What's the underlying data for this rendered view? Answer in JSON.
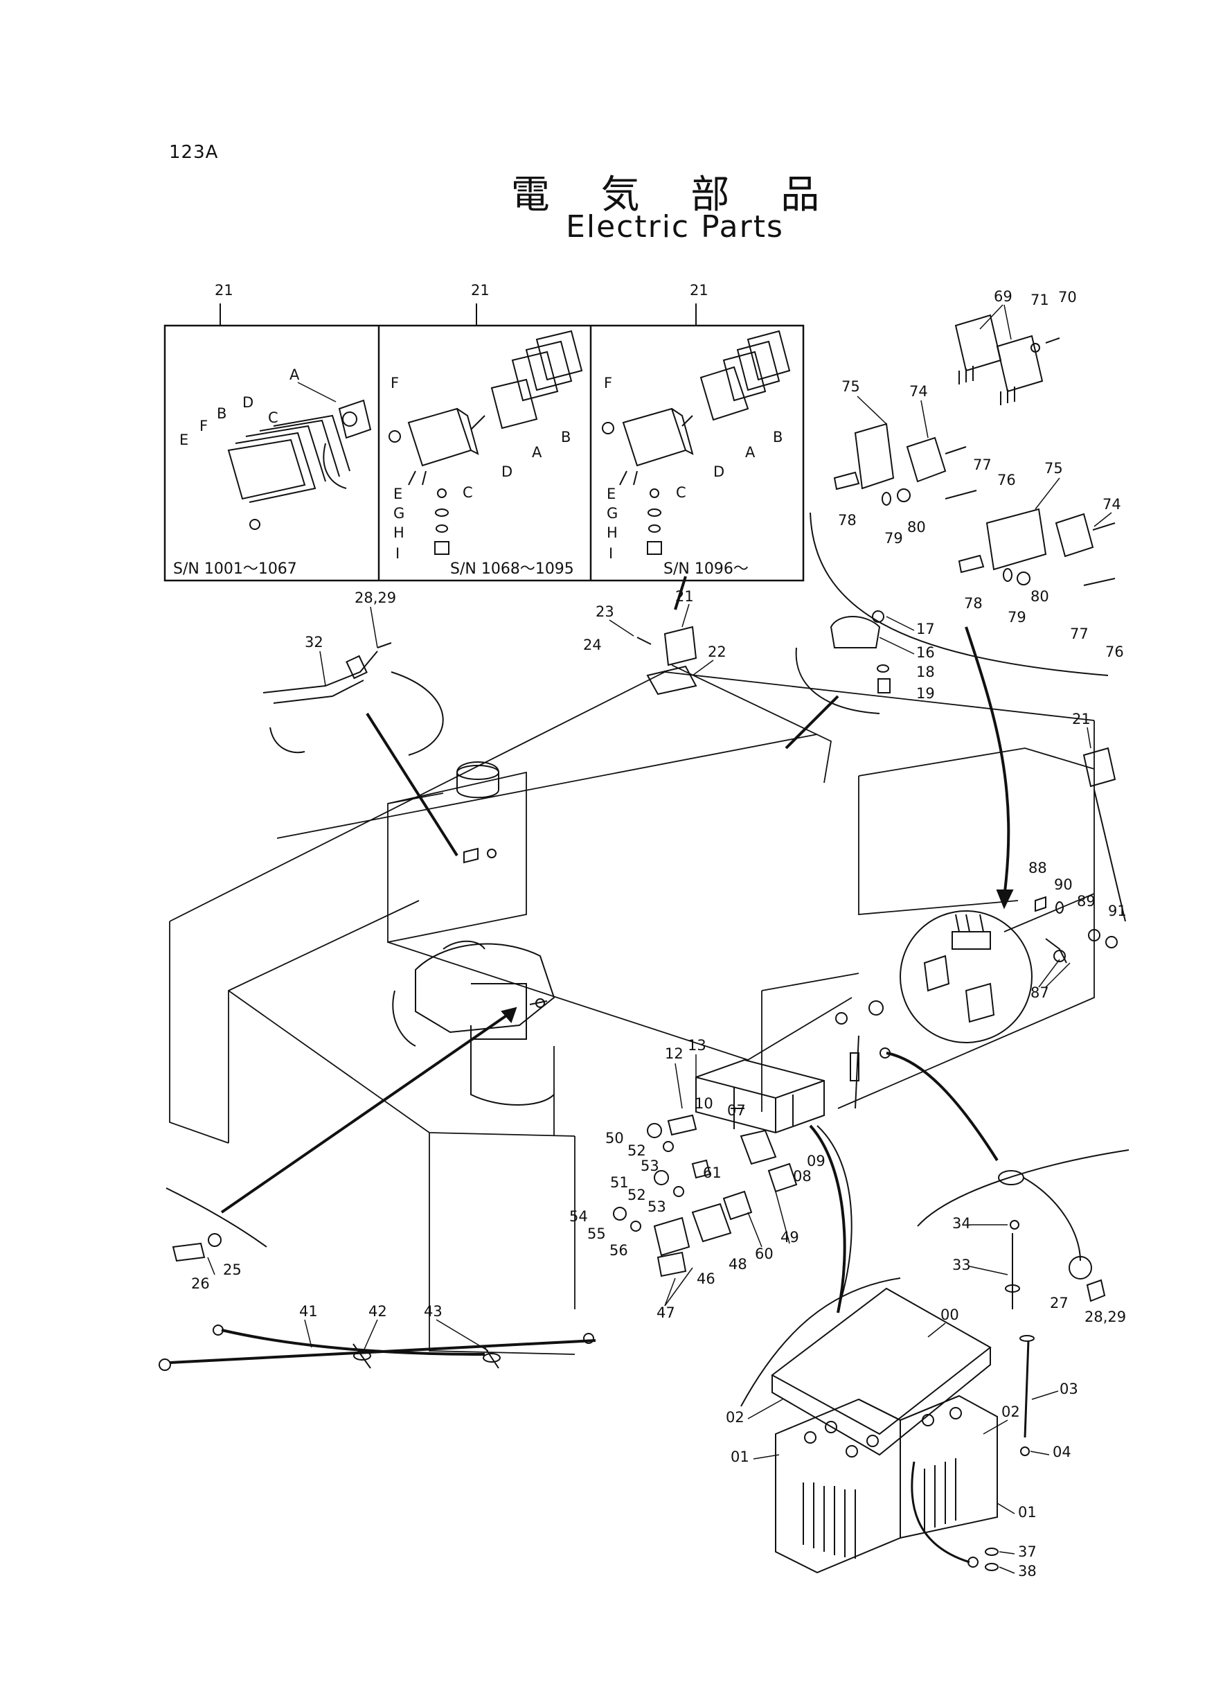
{
  "page_number": "123A",
  "title_jp": "電 気 部 品",
  "title_en": "Electric Parts",
  "serial_ranges": [
    "S/N 1001～1067",
    "S/N 1068～1095",
    "S/N 1096～"
  ],
  "callouts": {
    "panel_top": [
      "21",
      "21",
      "21"
    ],
    "lamp1": [
      "A",
      "B",
      "C",
      "D",
      "E",
      "F"
    ],
    "lamp2": [
      "F",
      "A",
      "B",
      "C",
      "D",
      "E",
      "G",
      "H",
      "I"
    ],
    "lamp3": [
      "F",
      "A",
      "B",
      "C",
      "D",
      "E",
      "G",
      "H",
      "I"
    ],
    "relay": [
      "69",
      "71",
      "70"
    ],
    "switch_upper": [
      "75",
      "74",
      "78",
      "79",
      "80",
      "77",
      "76"
    ],
    "switch_lower": [
      "75",
      "74",
      "78",
      "79",
      "80",
      "77",
      "76"
    ],
    "harness_left": [
      "28,29",
      "32"
    ],
    "work_light": [
      "23",
      "24",
      "21",
      "22"
    ],
    "sender": [
      "17",
      "16",
      "18",
      "19"
    ],
    "side_light": [
      "21",
      "88",
      "90",
      "89",
      "91",
      "87"
    ],
    "engine_sensor": [
      "26",
      "25"
    ],
    "cables": [
      "41",
      "42",
      "43"
    ],
    "control_box": [
      "12",
      "13",
      "10",
      "07",
      "09",
      "08",
      "61",
      "60",
      "49",
      "48",
      "46",
      "47",
      "50",
      "52",
      "53",
      "51",
      "54",
      "55",
      "56"
    ],
    "fuel_sender": [
      "34",
      "33",
      "27",
      "28,29"
    ],
    "battery": [
      "00",
      "03",
      "02",
      "02",
      "04",
      "01",
      "01",
      "37",
      "38"
    ]
  }
}
